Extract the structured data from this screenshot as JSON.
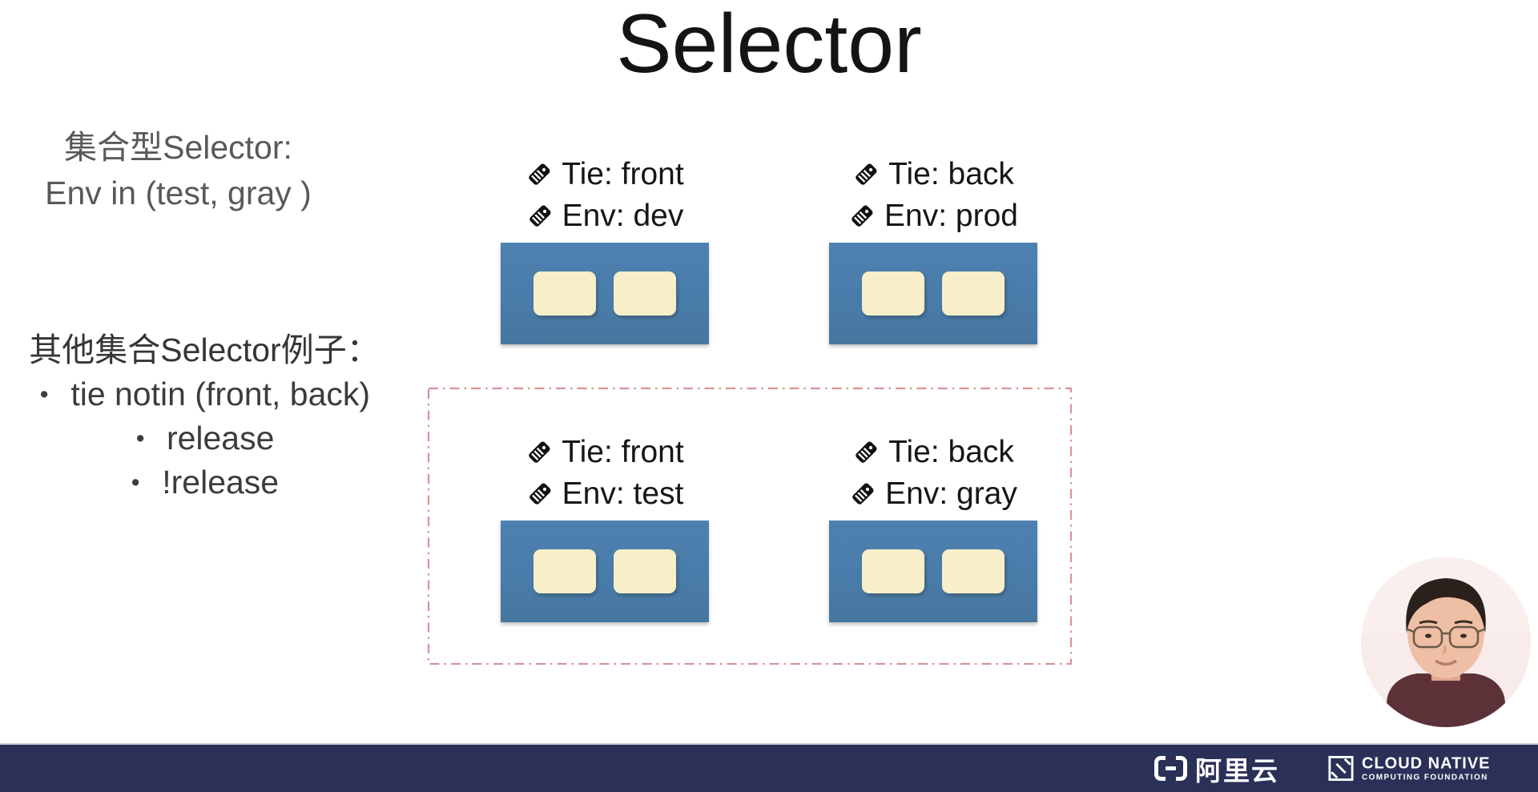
{
  "title": "Selector",
  "bullet_char": "•",
  "left_panel": {
    "set_selector": {
      "line1": "集合型Selector:",
      "line2": "Env in (test, gray )"
    },
    "other_examples": {
      "heading": "其他集合Selector例子：",
      "bullets": [
        "tie notin (front, back)",
        "release",
        "!release"
      ]
    }
  },
  "pods": [
    {
      "labels": [
        "Tie: front",
        "Env: dev"
      ]
    },
    {
      "labels": [
        "Tie: back",
        "Env: prod"
      ]
    },
    {
      "labels": [
        "Tie: front",
        "Env: test"
      ]
    },
    {
      "labels": [
        "Tie: back",
        "Env: gray"
      ]
    }
  ],
  "icons": {
    "pod_label_icon": "tag-icon",
    "cncf_mark": "cncf-square-icon",
    "alibaba_mark": "alibaba-brackets-icon"
  },
  "footer": {
    "alibaba_wordmark": "阿里云",
    "cncf_line1": "CLOUD NATIVE",
    "cncf_line2": "COMPUTING FOUNDATION"
  },
  "colors": {
    "pod_box_blue": "#4a7caa",
    "container_cream": "#f6efca",
    "selection_border_pink": "#d89496",
    "footer_navy": "#2b3059",
    "set_selector_text_gray": "#58595c",
    "other_examples_text_dark": "#3c3c3e",
    "pod_label_black": "#161616",
    "title_black": "#141414"
  }
}
